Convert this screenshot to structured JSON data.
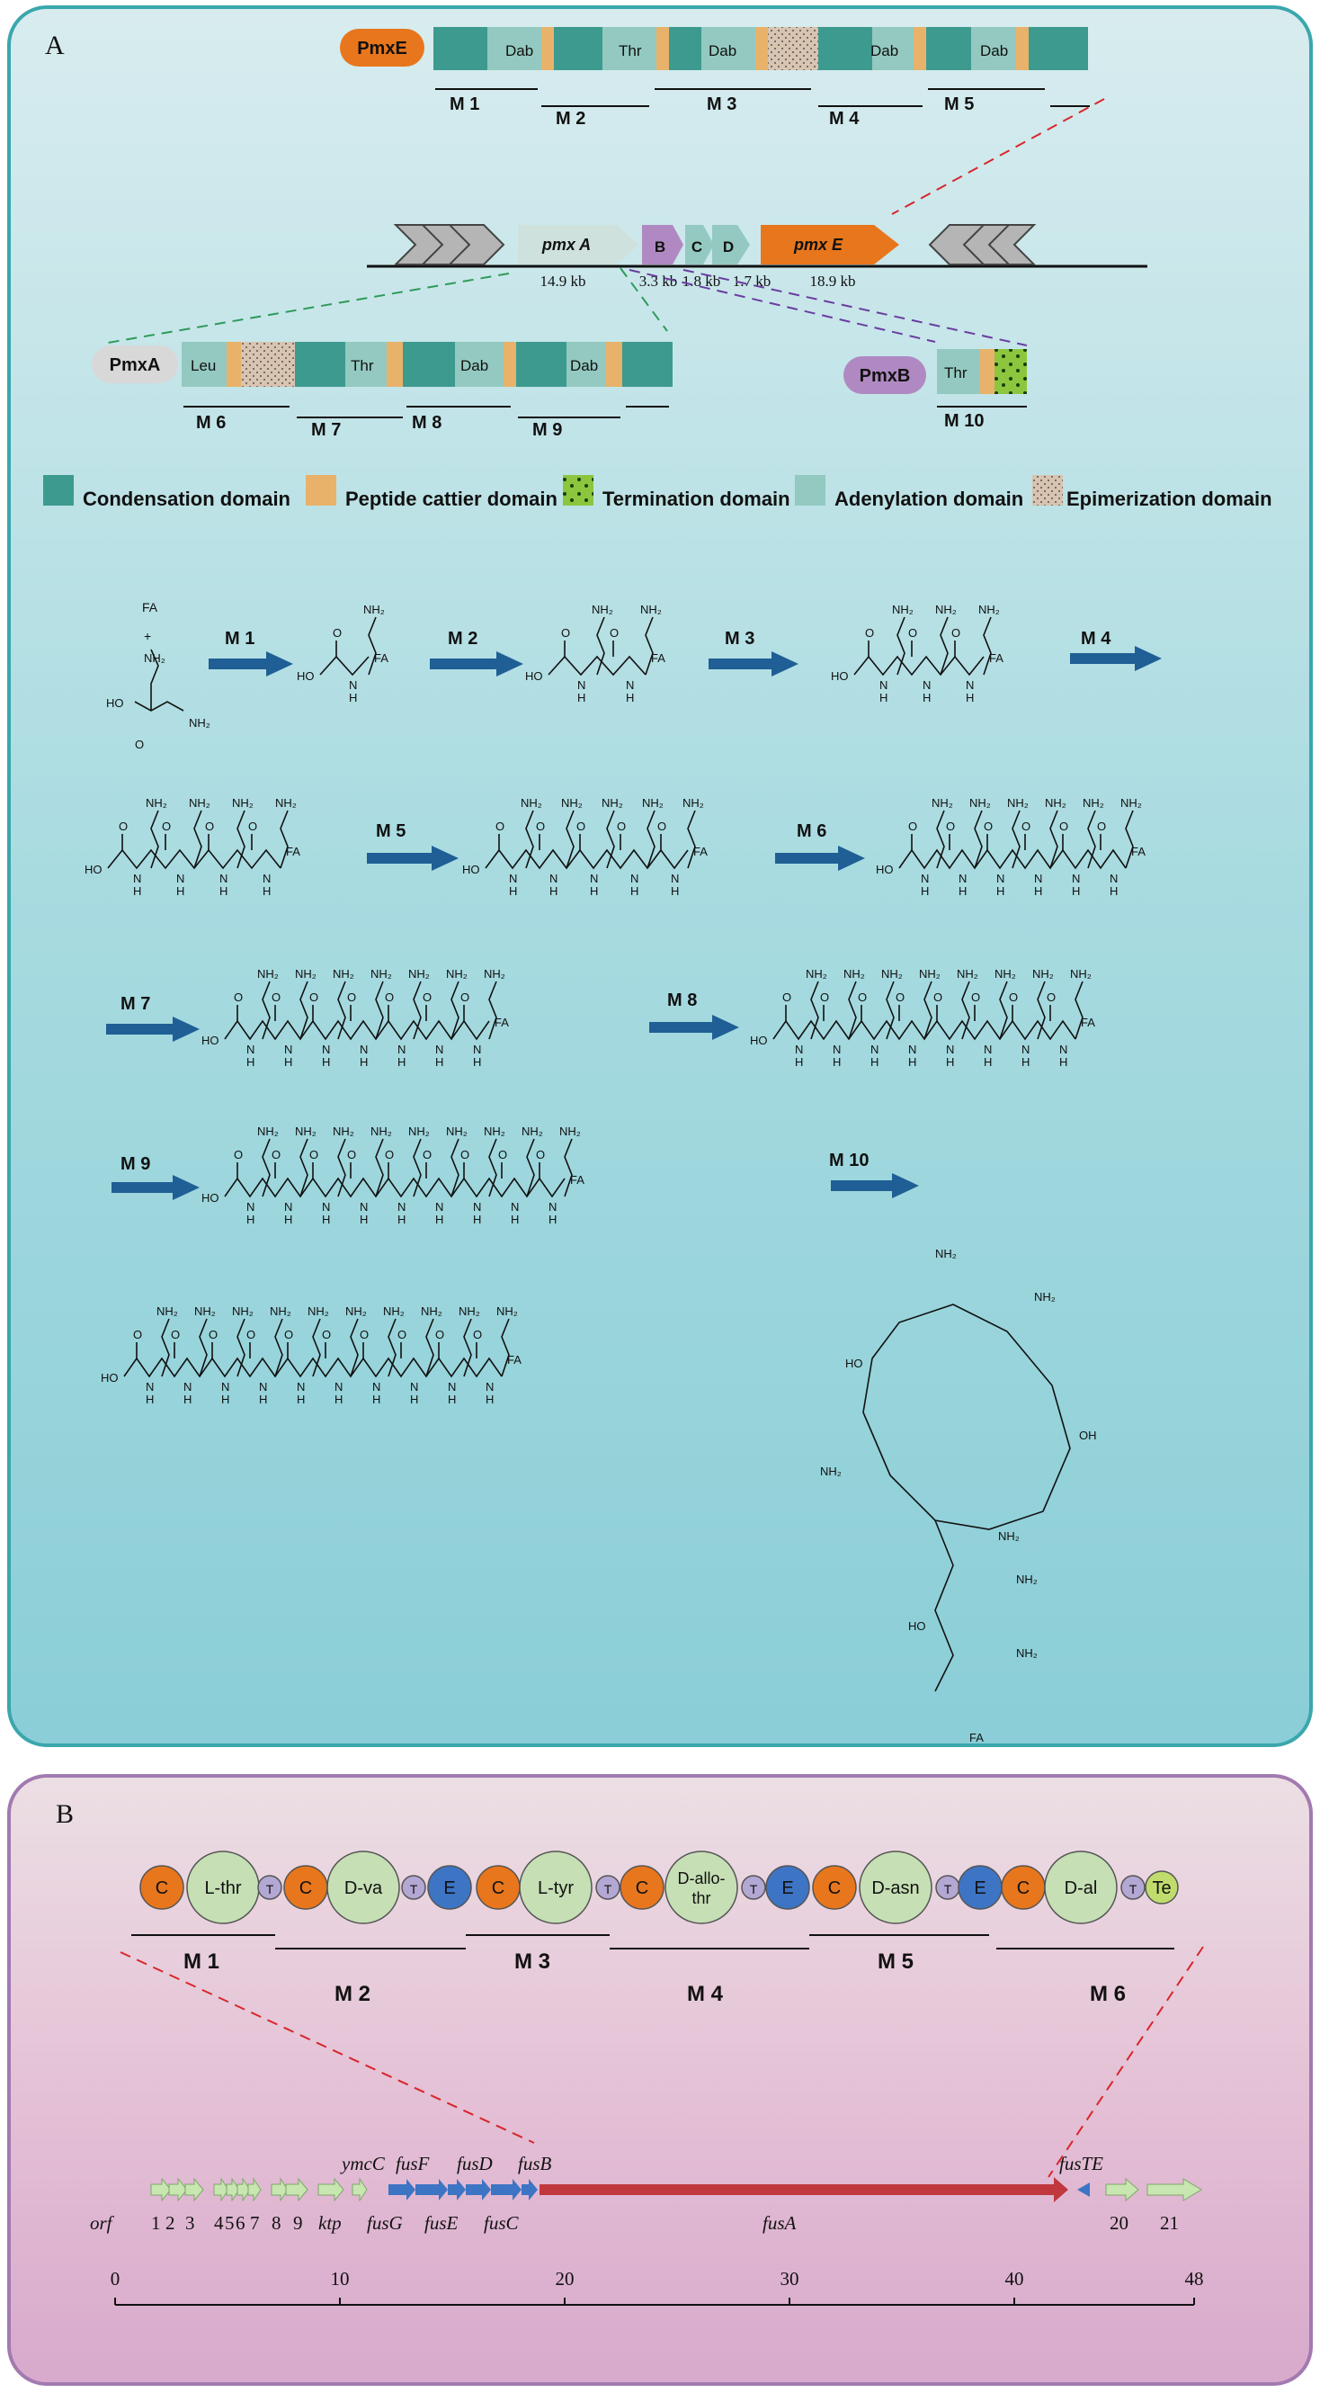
{
  "panel_a": {
    "letter": "A",
    "pmxE": {
      "label": "PmxE",
      "domains": [
        "Dab",
        "Thr",
        "Dab",
        "Dab",
        "Dab"
      ],
      "modules": [
        "M 1",
        "M 2",
        "M 3",
        "M 4",
        "M 5"
      ]
    },
    "cluster": {
      "genes": [
        "pmx A",
        "B",
        "C",
        "D",
        "pmx E"
      ],
      "sizes": [
        "14.9 kb",
        "3.3 kb",
        "1.8 kb",
        "1.7 kb",
        "18.9 kb"
      ]
    },
    "pmxA": {
      "label": "PmxA",
      "domains": [
        "Leu",
        "Thr",
        "Dab",
        "Dab"
      ],
      "modules": [
        "M 6",
        "M 7",
        "M 8",
        "M 9"
      ]
    },
    "pmxB": {
      "label": "PmxB",
      "domains": [
        "Thr"
      ],
      "modules": [
        "M 10"
      ]
    },
    "legend": [
      {
        "label": "Condensation domain",
        "color": "#3d9a8f"
      },
      {
        "label": "Peptide cattier domain",
        "color": "#e8b26a"
      },
      {
        "label": "Termination domain",
        "color": "#8cc63f"
      },
      {
        "label": "Adenylation domain",
        "color": "#93c9c0"
      },
      {
        "label": "Epimerization domain",
        "color": "#d8c4b0"
      }
    ],
    "pathway": {
      "arrows": [
        "M 1",
        "M 2",
        "M 3",
        "M 4",
        "M 5",
        "M 6",
        "M 7",
        "M 8",
        "M 9",
        "M 10"
      ],
      "fa": "FA",
      "plus": "+",
      "nh2": "NH₂",
      "oh": "OH",
      "ho": "HO",
      "h": "H",
      "n": "N",
      "o": "O"
    }
  },
  "panel_b": {
    "letter": "B",
    "domains": [
      "C",
      "L-thr",
      "T",
      "C",
      "D-va",
      "T",
      "E",
      "C",
      "L-tyr",
      "T",
      "C",
      "D-allo-thr",
      "T",
      "E",
      "C",
      "D-asn",
      "T",
      "E",
      "C",
      "D-al",
      "T",
      "Te"
    ],
    "modules": [
      "M 1",
      "M 2",
      "M 3",
      "M 4",
      "M 5",
      "M 6"
    ],
    "genes_top": [
      "ymcC",
      "fusF",
      "fusD",
      "fusB",
      "fusTE"
    ],
    "genes_bottom": [
      "orf",
      "1",
      "2",
      "3",
      "4",
      "5",
      "6",
      "7",
      "8",
      "9",
      "ktp",
      "fusG",
      "fusE",
      "fusC",
      "fusA",
      "20",
      "21"
    ],
    "scale_ticks": [
      "0",
      "10",
      "20",
      "30",
      "40",
      "48"
    ]
  },
  "colors": {
    "condensation": "#3d9a8f",
    "carrier": "#e8b26a",
    "termination": "#8cc63f",
    "adenylation": "#93c9c0",
    "epimerization": "#d8c4b0",
    "pmxE_orange": "#e8761c",
    "pmxB_purple": "#b089c2",
    "arrow_blue": "#1f5f95",
    "c_orange": "#e8761c",
    "a_green": "#c6dfb5",
    "t_purple": "#b3a7d4",
    "e_blue": "#3d74c4",
    "te_green": "#c0dc6d",
    "fusA_red": "#c0383e",
    "orf_green": "#c8e6b0",
    "fus_blue": "#3d74c4"
  }
}
